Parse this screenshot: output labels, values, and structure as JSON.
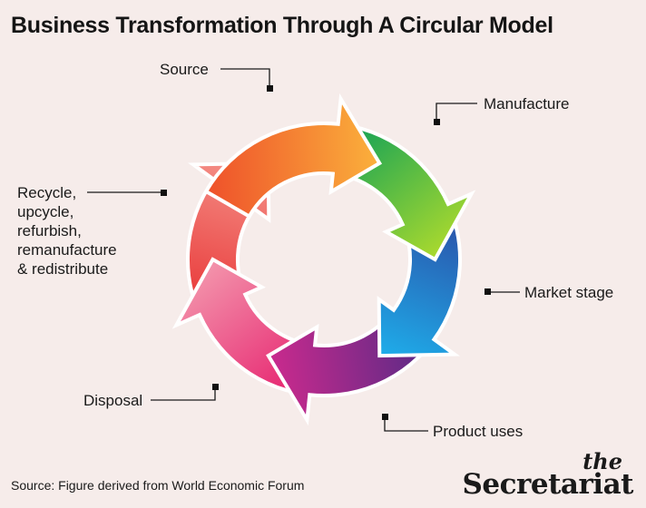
{
  "title": "Business Transformation Through A Circular Model",
  "stages": {
    "source": "Source",
    "manufacture": "Manufacture",
    "market_stage": "Market stage",
    "product_uses": "Product uses",
    "disposal": "Disposal",
    "recycle_lines": [
      "Recycle,",
      "upcycle,",
      "refurbish,",
      "remanufacture",
      "& redistribute"
    ]
  },
  "source_note": "Source: Figure derived from World Economic Forum",
  "logo": {
    "the": "the",
    "name": "Secretariat"
  },
  "colors": {
    "background": "#f6ecea",
    "source_arrow": [
      "#ee4f2a",
      "#fbb33c"
    ],
    "manufacture_arrow": [
      "#12a157",
      "#b9df2a"
    ],
    "market_arrow": [
      "#2b4fa7",
      "#1eb0ec"
    ],
    "uses_arrow": [
      "#5a2a86",
      "#d62a8e"
    ],
    "disposal_arrow": [
      "#e6206e",
      "#f49db0"
    ],
    "recycle_arrow": [
      "#e93a3a",
      "#f5978e"
    ]
  }
}
